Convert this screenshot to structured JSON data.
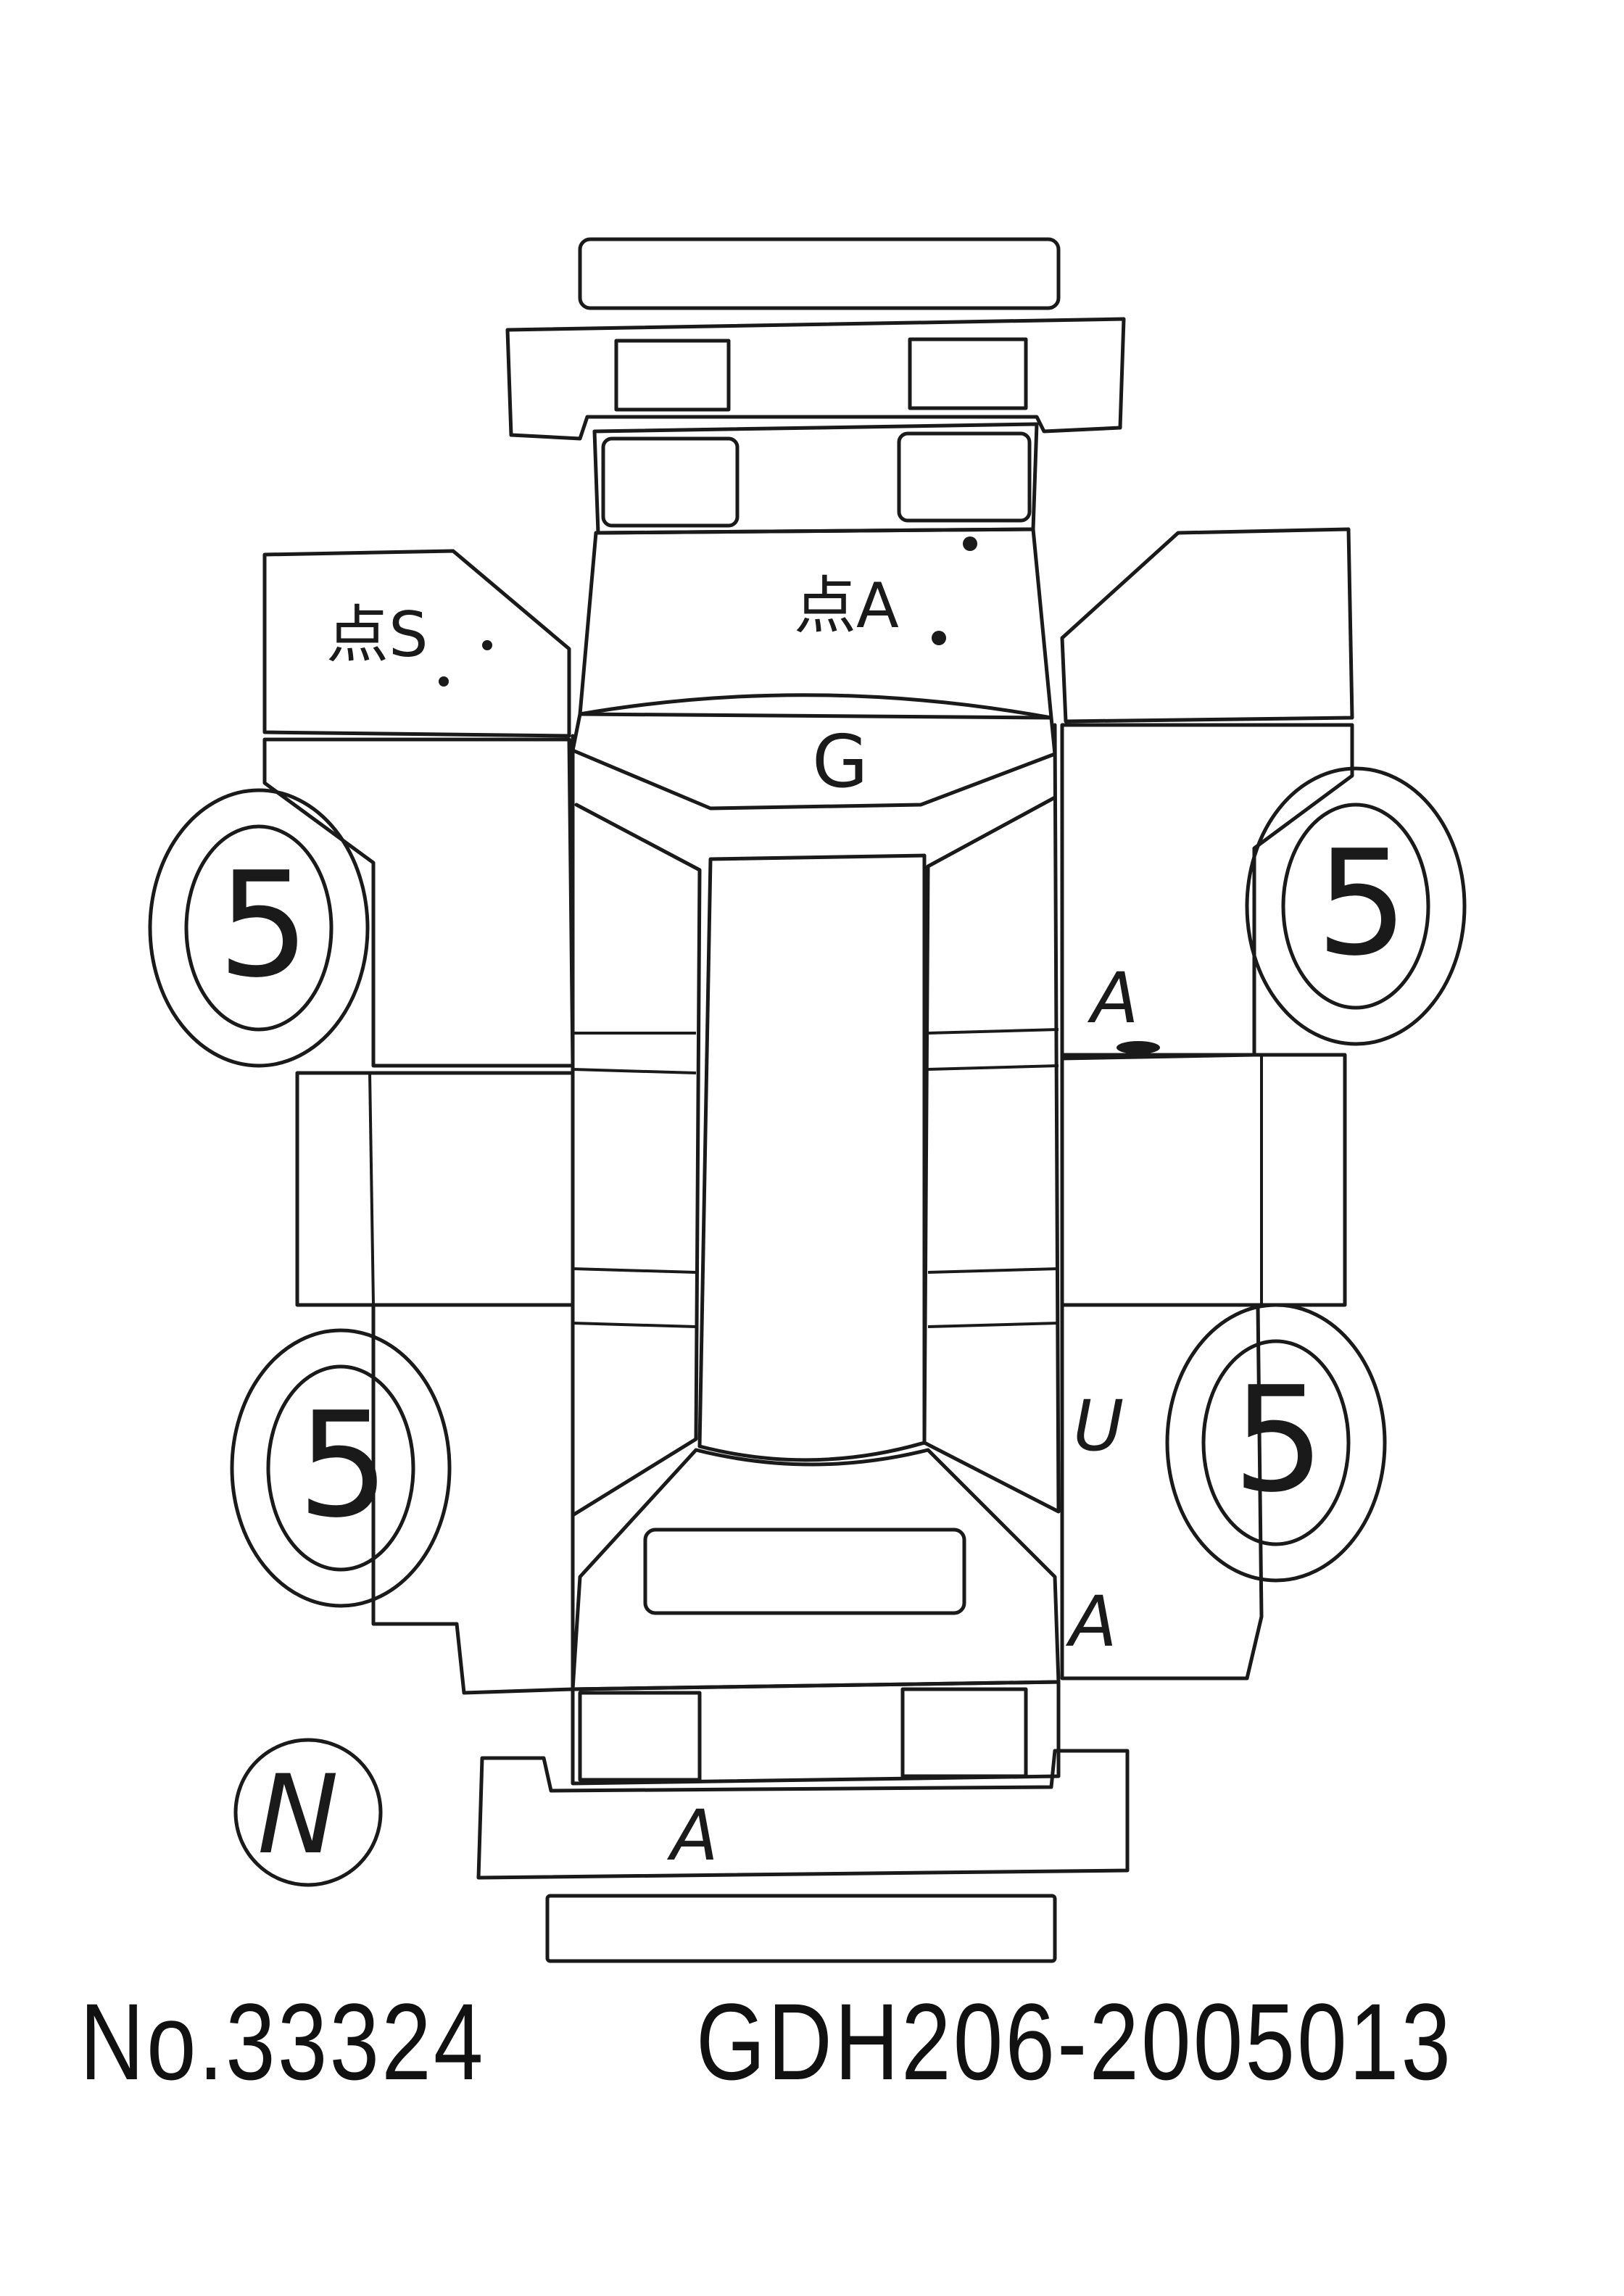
{
  "sheet": {
    "stock_number": "No.33324",
    "chassis_number": "GDH206-2005013"
  },
  "marks": {
    "left_front_fender": "点S",
    "hood": "点A",
    "windshield": "G",
    "tire_front_left": "5",
    "tire_front_right": "5",
    "tire_rear_left": "5",
    "tire_rear_right": "5",
    "right_front_door_lower": "A",
    "right_rear_door": "U",
    "right_rear_quarter": "A",
    "rear_bumper": "A",
    "circle_mark": "N"
  },
  "colors": {
    "ink": "#1a1a1a",
    "paper": "#ffffff"
  }
}
